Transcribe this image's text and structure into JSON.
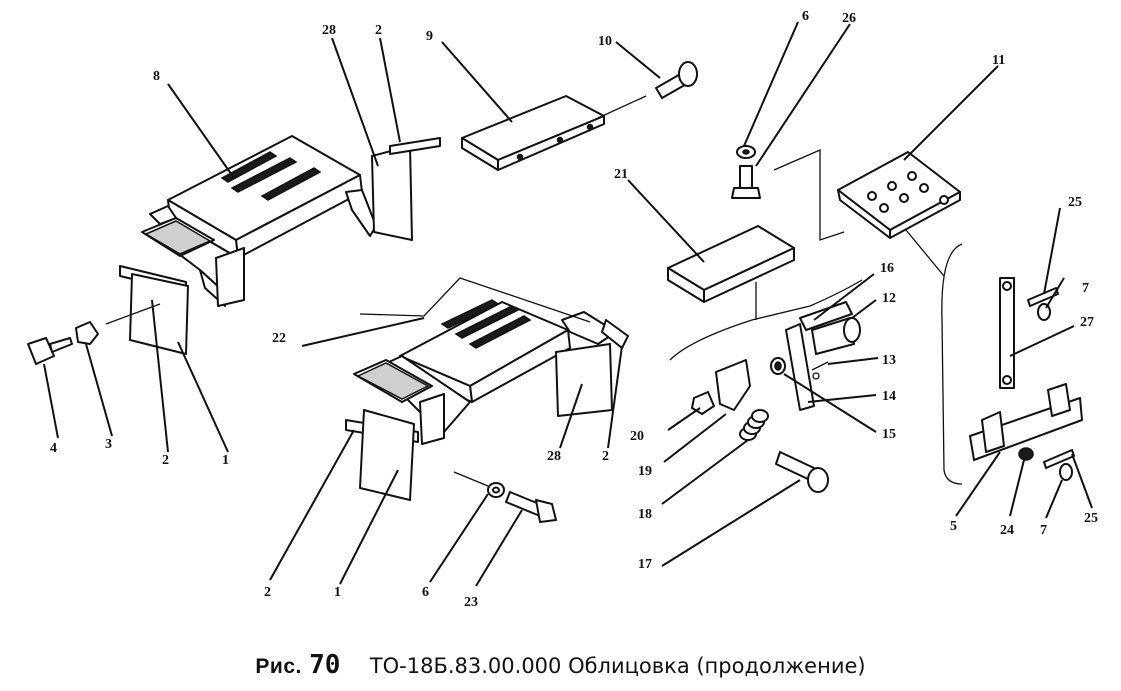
{
  "caption": {
    "prefix": "Рис.",
    "number": "70",
    "title": "ТО-18Б.83.00.000 Облицовка (продолжение)"
  },
  "callouts": {
    "c1a": "1",
    "c1b": "1",
    "c2a": "2",
    "c2b": "2",
    "c2c": "2",
    "c2d": "2",
    "c3": "3",
    "c4": "4",
    "c5": "5",
    "c6a": "6",
    "c6b": "6",
    "c7a": "7",
    "c7b": "7",
    "c8": "8",
    "c9": "9",
    "c10": "10",
    "c11": "11",
    "c12": "12",
    "c13": "13",
    "c14": "14",
    "c15": "15",
    "c16": "16",
    "c17": "17",
    "c18": "18",
    "c19": "19",
    "c20": "20",
    "c21": "21",
    "c22": "22",
    "c23": "23",
    "c24": "24",
    "c25a": "25",
    "c25b": "25",
    "c26": "26",
    "c27": "27",
    "c28a": "28",
    "c28b": "28"
  }
}
